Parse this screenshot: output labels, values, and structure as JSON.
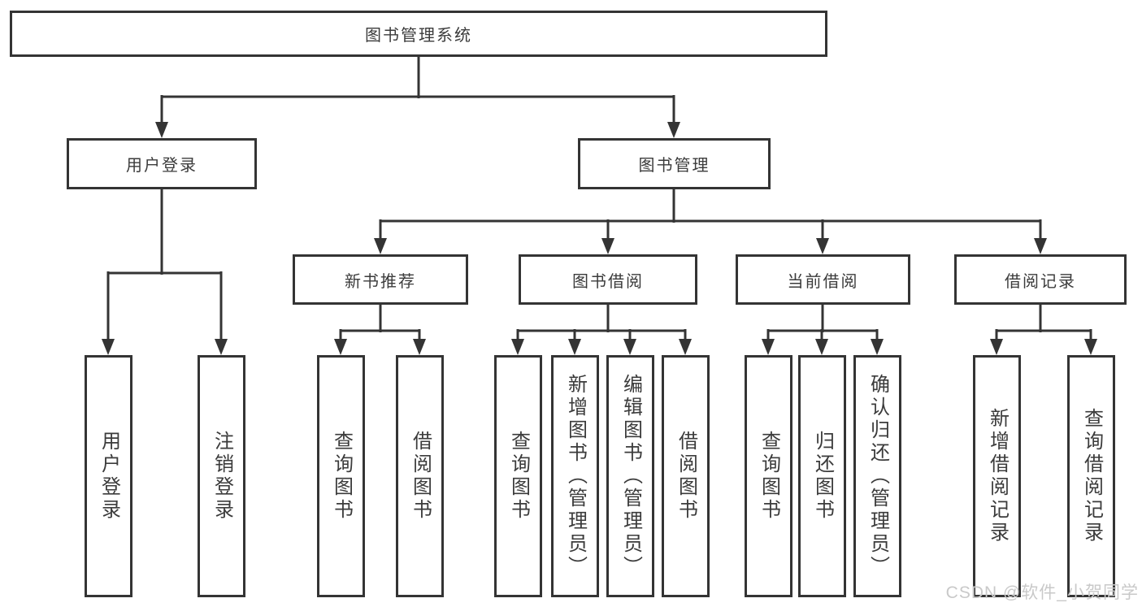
{
  "diagram_title": "图书管理系统",
  "nodes": {
    "root": {
      "label": "图书管理系统"
    },
    "level2": [
      {
        "label": "用户登录"
      },
      {
        "label": "图书管理"
      }
    ],
    "level3": [
      {
        "label": "新书推荐",
        "parent": "图书管理"
      },
      {
        "label": "图书借阅",
        "parent": "图书管理"
      },
      {
        "label": "当前借阅",
        "parent": "图书管理"
      },
      {
        "label": "借阅记录",
        "parent": "图书管理"
      }
    ],
    "leaves": [
      {
        "label": "用户登录",
        "parent": "用户登录"
      },
      {
        "label": "注销登录",
        "parent": "用户登录"
      },
      {
        "label": "查询图书",
        "parent": "新书推荐"
      },
      {
        "label": "借阅图书",
        "parent": "新书推荐"
      },
      {
        "label": "查询图书",
        "parent": "图书借阅"
      },
      {
        "label": "新增图书（管理员）",
        "parent": "图书借阅"
      },
      {
        "label": "编辑图书（管理员）",
        "parent": "图书借阅"
      },
      {
        "label": "借阅图书",
        "parent": "图书借阅"
      },
      {
        "label": "查询图书",
        "parent": "当前借阅"
      },
      {
        "label": "归还图书",
        "parent": "当前借阅"
      },
      {
        "label": "确认归还（管理员）",
        "parent": "当前借阅"
      },
      {
        "label": "新增借阅记录",
        "parent": "借阅记录"
      },
      {
        "label": "查询借阅记录",
        "parent": "借阅记录"
      }
    ]
  },
  "watermark": {
    "text": "CSDN @软件_小贺同学",
    "color": "#c9c9c9"
  },
  "colors": {
    "line": "#343434",
    "text": "#3b3b3b",
    "background": "#ffffff"
  }
}
